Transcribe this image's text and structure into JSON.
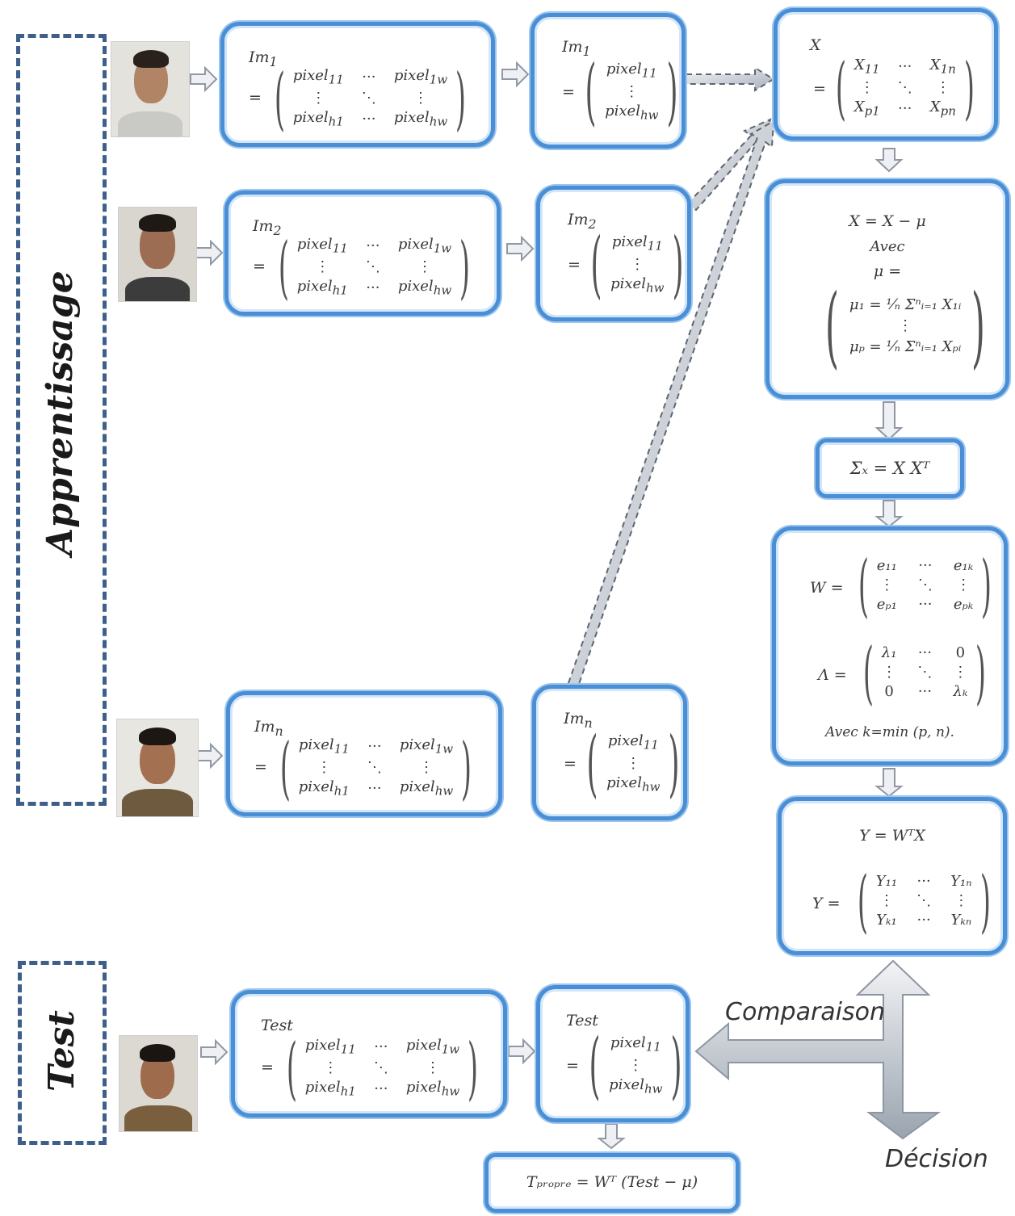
{
  "sections": {
    "learning": "Apprentissage",
    "test": "Test"
  },
  "raw_rows": [
    {
      "title": "Im",
      "sub": "1"
    },
    {
      "title": "Im",
      "sub": "2"
    },
    {
      "title": "Im",
      "sub": "n"
    }
  ],
  "vec_rows": [
    {
      "title": "Im",
      "sub": "1"
    },
    {
      "title": "Im",
      "sub": "2"
    },
    {
      "title": "Im",
      "sub": "n"
    }
  ],
  "test_raw": {
    "title": "Test"
  },
  "test_vec": {
    "title": "Test"
  },
  "matrix_cells": {
    "p11": "pixel",
    "s11": "11",
    "s1w": "1w",
    "sh1": "h1",
    "shw": "hw",
    "cdots": "···",
    "vdots": "⋮",
    "ddots": "⋱",
    "equals": "="
  },
  "x_box": {
    "title": "X",
    "a": "X",
    "s11": "11",
    "s1n": "1n",
    "sp1": "p1",
    "spn": "pn"
  },
  "mean_box": {
    "line1": "X = X − μ",
    "line2": "Avec",
    "line3": "μ =",
    "mu1": "μ₁ = ¹⁄ₙ Σⁿᵢ₌₁ X₁ᵢ",
    "mup": "μₚ = ¹⁄ₙ Σⁿᵢ₌₁ Xₚᵢ"
  },
  "cov_box": {
    "text": "Σₓ = X Xᵀ"
  },
  "w_box": {
    "w_label": "W =",
    "e11": "e₁₁",
    "e1k": "e₁ₖ",
    "ep1": "eₚ₁",
    "epk": "eₚₖ",
    "l_label": "Λ =",
    "l1": "λ₁",
    "z": "0",
    "lk": "λₖ",
    "note": "Avec k=min (p, n)."
  },
  "y_box": {
    "line1": "Y = WᵀX",
    "y_label": "Y =",
    "y11": "Y₁₁",
    "y1n": "Y₁ₙ",
    "yk1": "Yₖ₁",
    "ykn": "Yₖₙ"
  },
  "tpropre_box": {
    "text": "Tₚᵣₒₚᵣₑ = Wᵀ (Test − μ)"
  },
  "arrows": {
    "comparison": "Comparaison",
    "decision": "Décision"
  },
  "colors": {
    "box_border": "#4a8fd6",
    "dashed": "#3e5f8a",
    "arrow_fill": "#d9dde3"
  }
}
